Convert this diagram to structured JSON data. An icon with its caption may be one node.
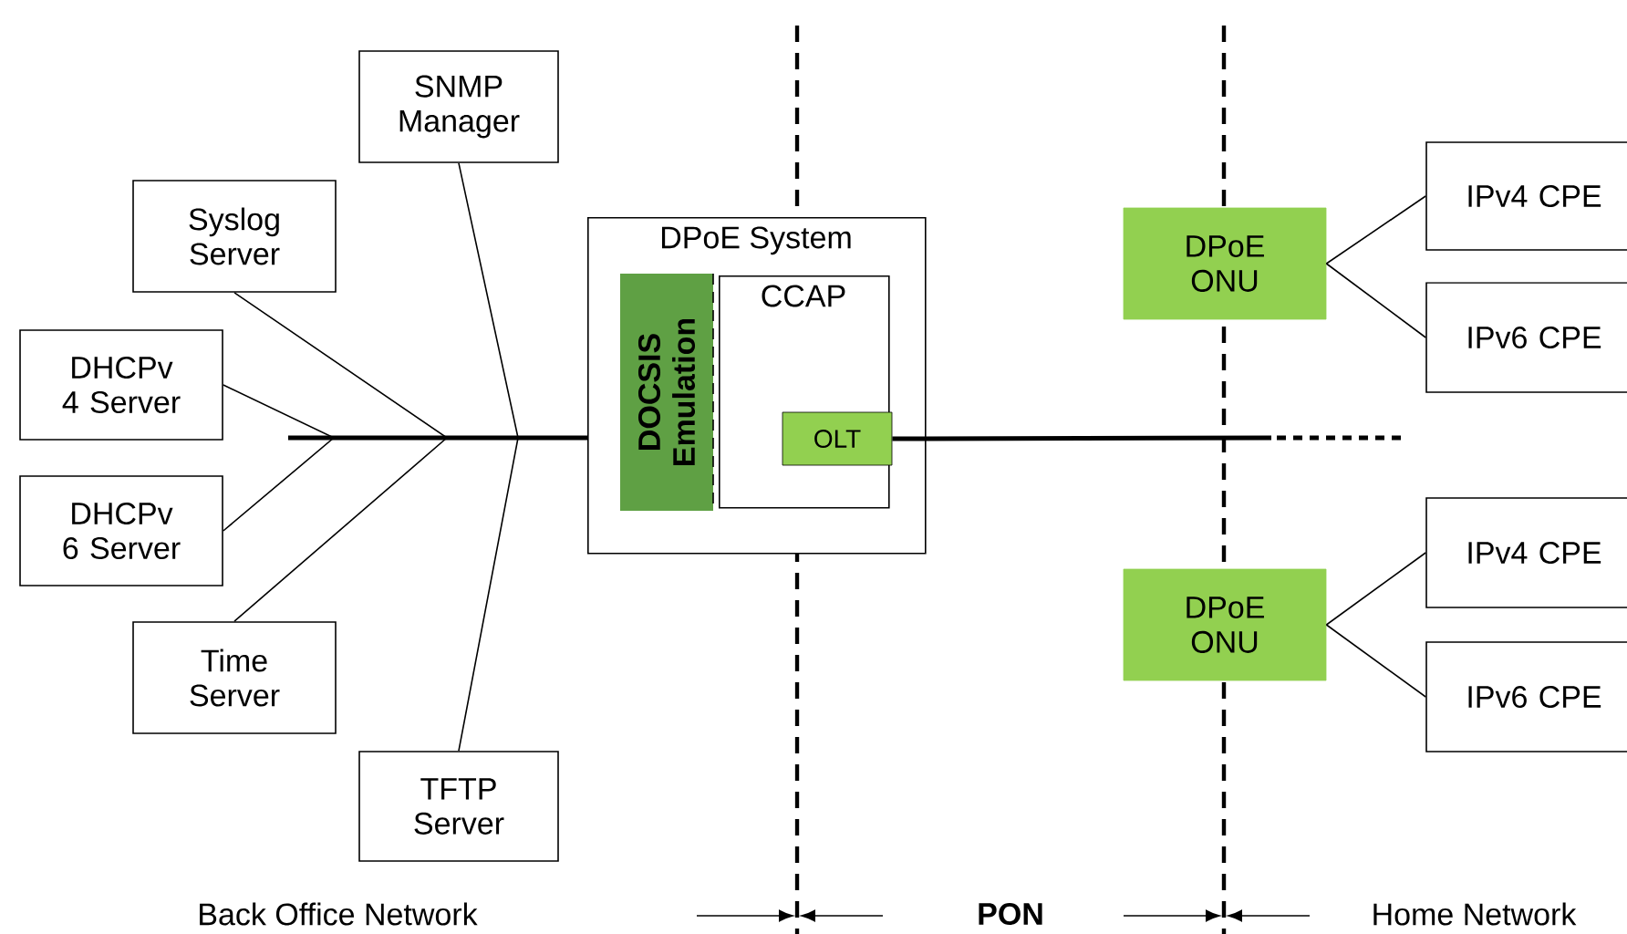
{
  "diagram": {
    "nodes": [
      {
        "text": [
          "SNMP Manager"
        ]
      },
      {
        "text": [
          "Syslog Server"
        ]
      },
      {
        "text": [
          "DHCPv 4 Server"
        ]
      },
      {
        "text": [
          "DHCPv 6 Server"
        ]
      },
      {
        "text": [
          "Time Server"
        ]
      },
      {
        "text": [
          "TFTP Server"
        ]
      },
      {
        "text": [
          "DPoE System"
        ]
      },
      {
        "text": [
          "DOCSIS Emulation"
        ],
        "in": 6
      },
      {
        "text": [
          "CCAP"
        ],
        "in": 6
      },
      {
        "text": [
          "OLT"
        ],
        "in": 8
      },
      {
        "text": [
          "DPoE ONU"
        ]
      },
      {
        "text": [
          "IPv4 CPE"
        ]
      },
      {
        "text": [
          "IPv6 CPE"
        ]
      },
      {
        "text": [
          "DPoE ONU"
        ]
      },
      {
        "text": [
          "IPv4 CPE"
        ]
      },
      {
        "text": [
          "IPv6 CPE"
        ]
      }
    ],
    "edges": [
      {
        "from": 0,
        "to": 6,
        "arrow": "none"
      },
      {
        "from": 1,
        "to": 6,
        "arrow": "none"
      },
      {
        "from": 2,
        "to": 6,
        "arrow": "none"
      },
      {
        "from": 3,
        "to": 6,
        "arrow": "none"
      },
      {
        "from": 4,
        "to": 6,
        "arrow": "none"
      },
      {
        "from": 5,
        "to": 6,
        "arrow": "none"
      },
      {
        "from": 9,
        "to": null,
        "arrow": "none",
        "style": "thick"
      },
      {
        "from": 10,
        "to": 11,
        "arrow": "none"
      },
      {
        "from": 10,
        "to": 12,
        "arrow": "none"
      },
      {
        "from": 13,
        "to": 14,
        "arrow": "none"
      },
      {
        "from": 13,
        "to": 15,
        "arrow": "none"
      }
    ],
    "labels": [
      "Back Office Network",
      "PON",
      "Home Network"
    ]
  }
}
